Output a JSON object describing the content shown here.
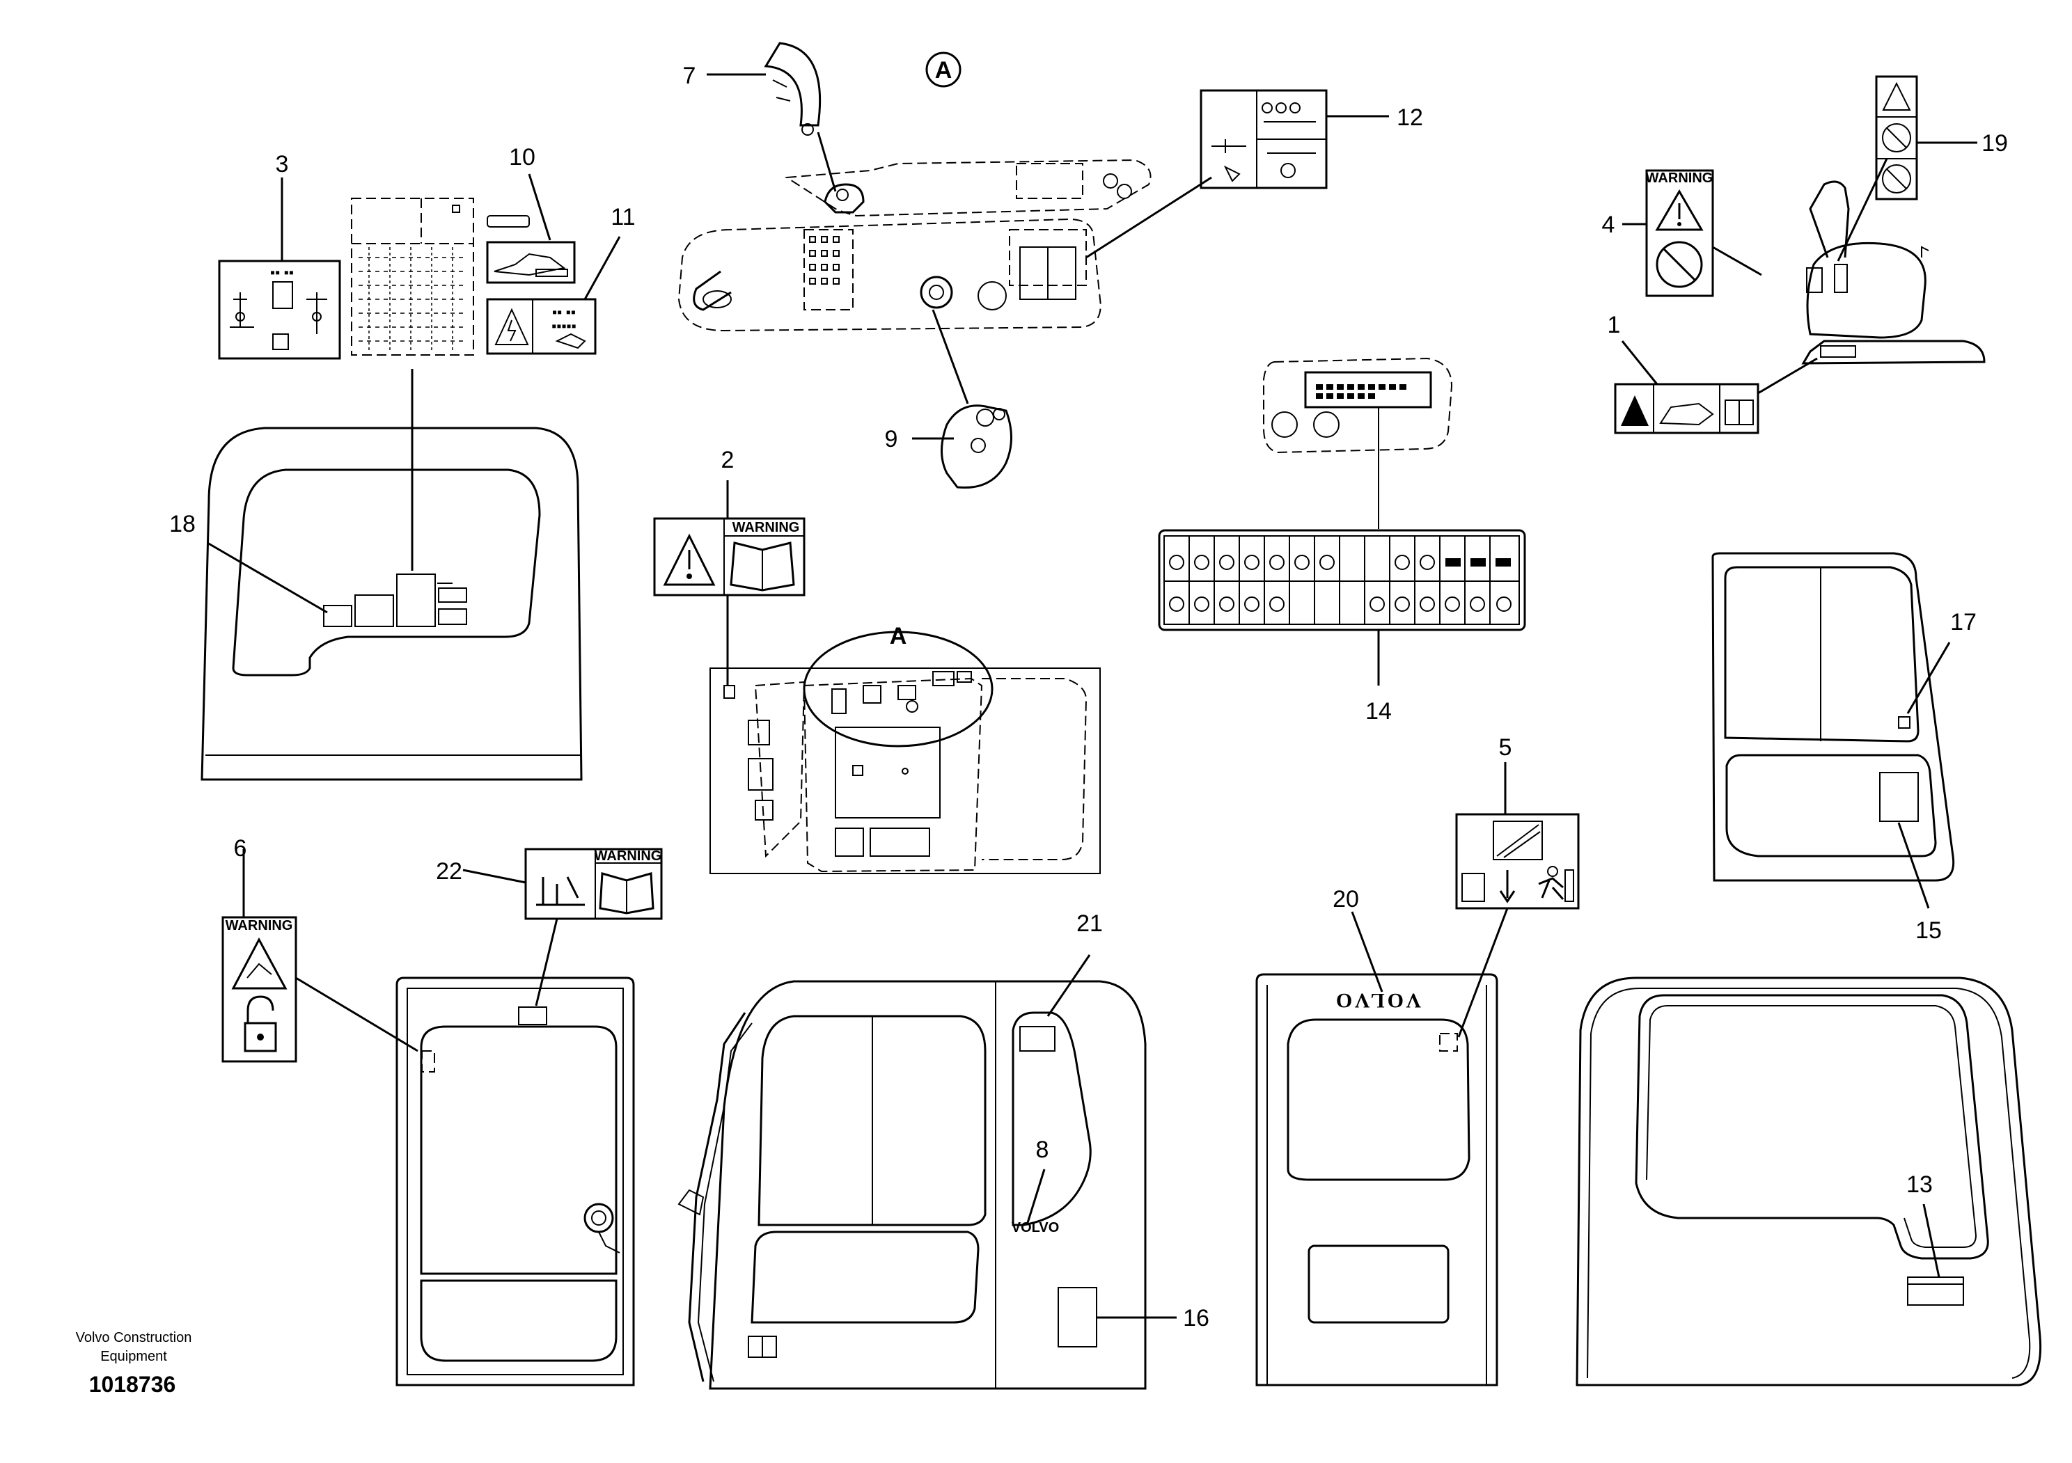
{
  "callouts": {
    "c1": "1",
    "c2": "2",
    "c3": "3",
    "c4": "4",
    "c5": "5",
    "c6": "6",
    "c7": "7",
    "c8": "8",
    "c9": "9",
    "c10": "10",
    "c11": "11",
    "c12": "12",
    "c13": "13",
    "c14": "14",
    "c15": "15",
    "c16": "16",
    "c17": "17",
    "c18": "18",
    "c19": "19",
    "c20": "20",
    "c21": "21",
    "c22": "22"
  },
  "detail_marker": "A",
  "detail_ref": "A",
  "warning_text": "WARNING",
  "cab_logo": "VOLVO",
  "footer": {
    "brand_line1": "Volvo Construction",
    "brand_line2": "Equipment",
    "doc_number": "1018736"
  },
  "icons": [
    "warning-triangle-icon",
    "manual-book-icon",
    "padlock-icon",
    "emergency-exit-icon",
    "arrow-down-icon"
  ]
}
